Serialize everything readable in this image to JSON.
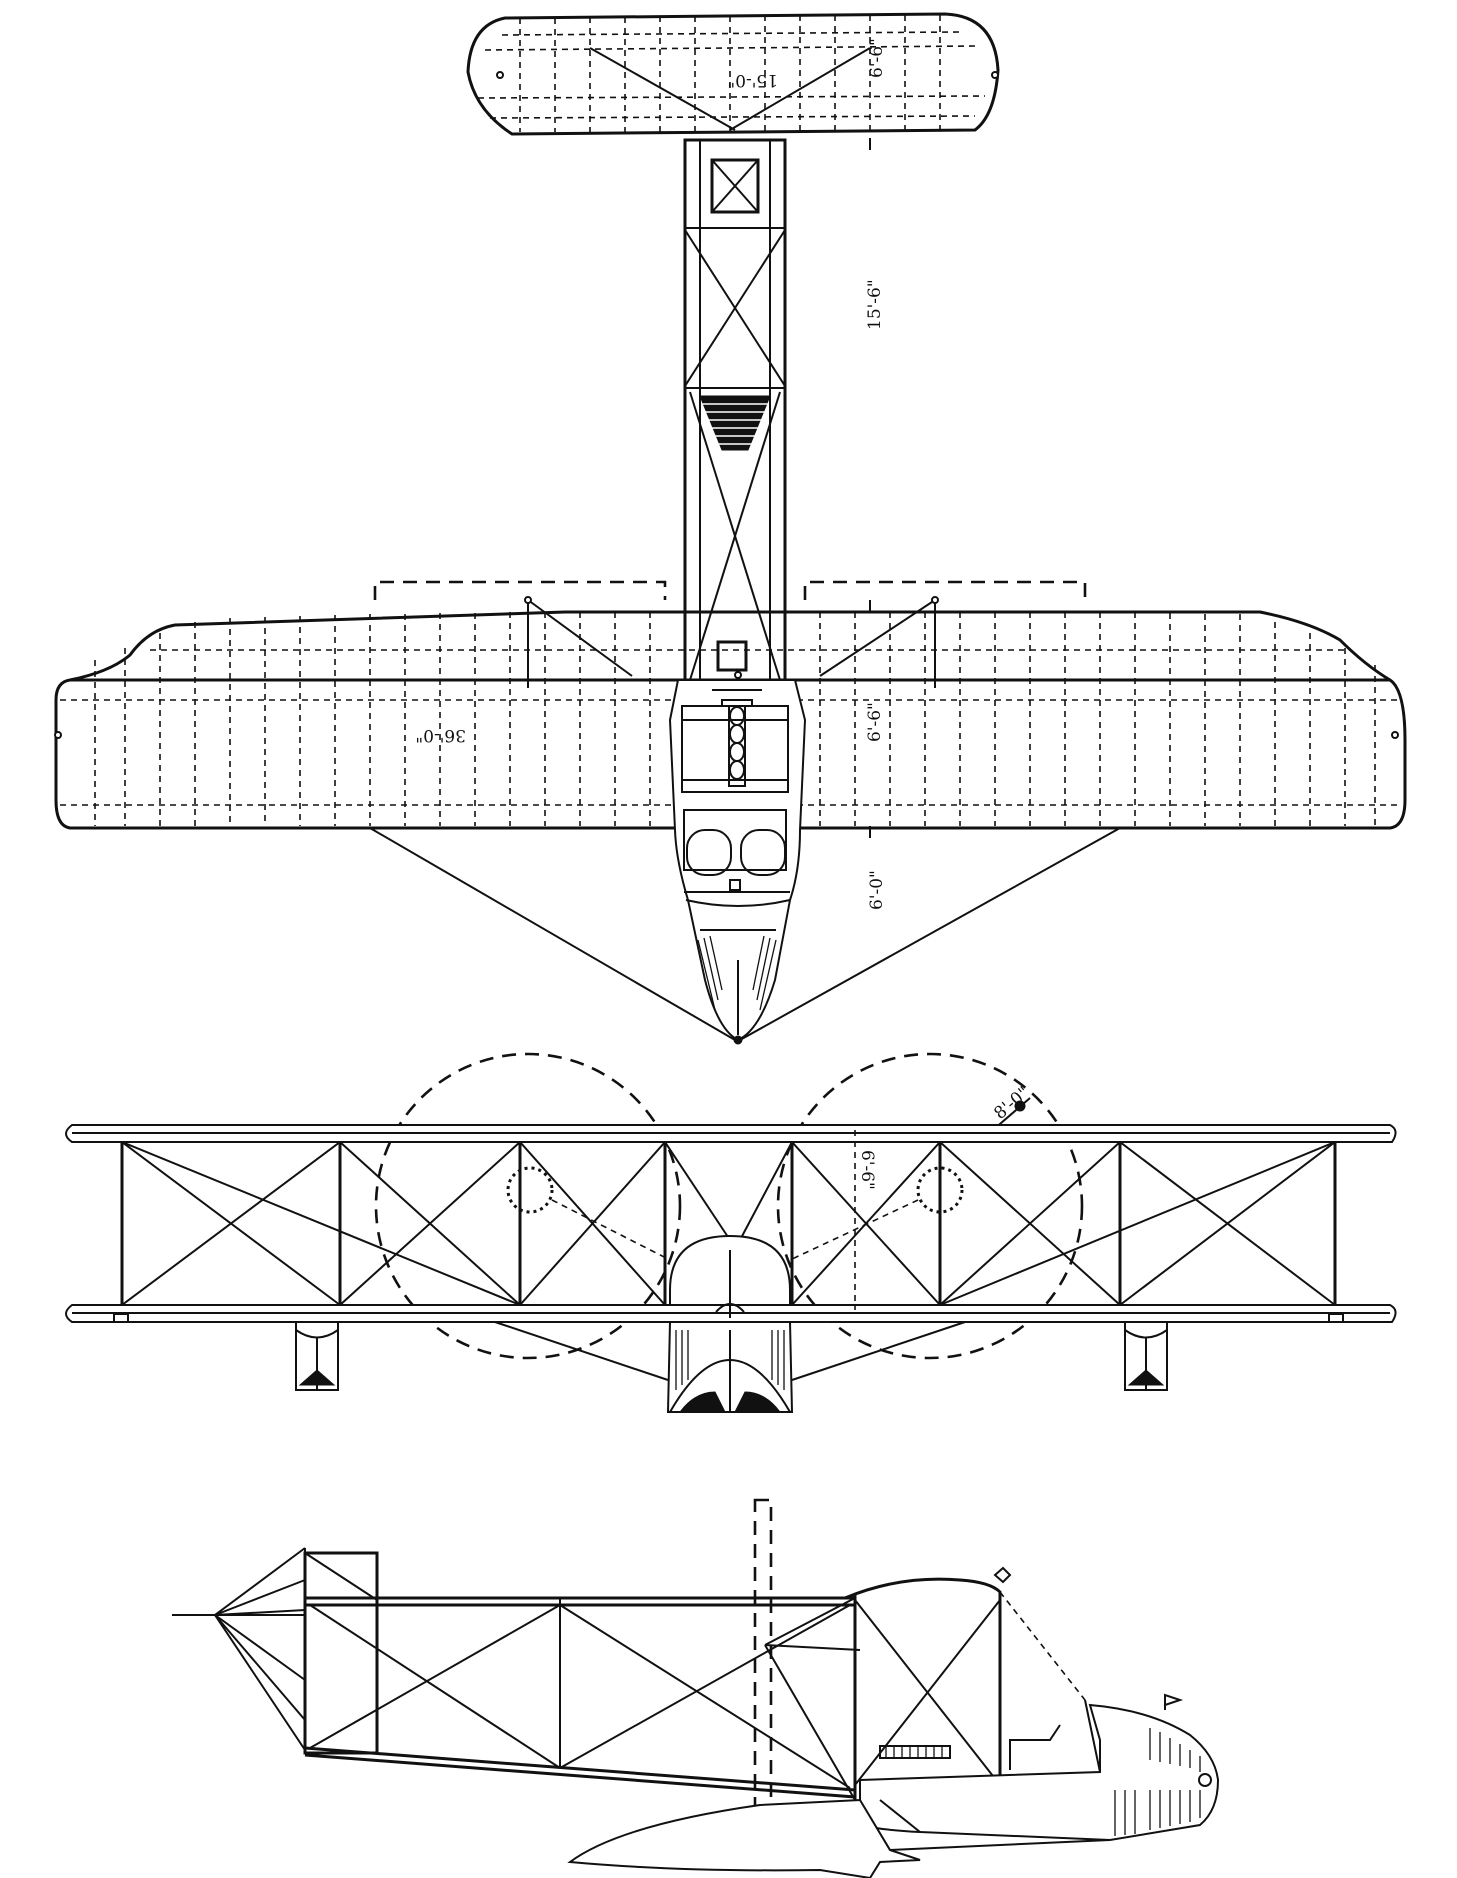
{
  "dimensions": {
    "tail_span": "15'-0\"",
    "tail_chord": "6'-6\"",
    "tail_boom_length": "15'-6\"",
    "wing_span": "36'-0\"",
    "wing_chord": "6'-6\"",
    "nose_length": "6'-0\"",
    "propeller_diameter": "8'-0\"",
    "gap": "6'-6\""
  }
}
